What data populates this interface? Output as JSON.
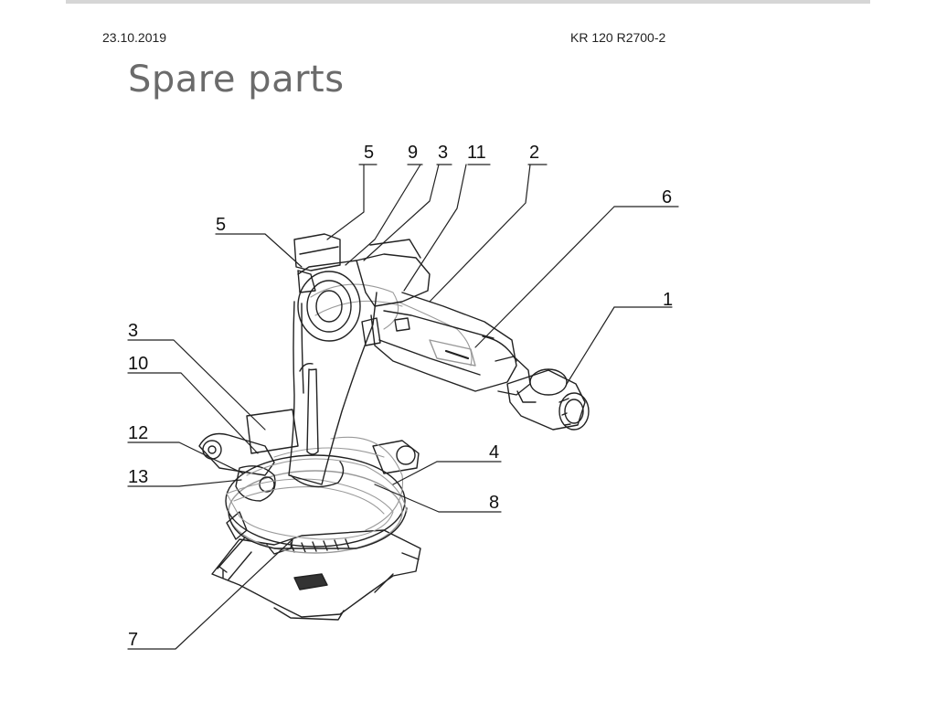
{
  "header": {
    "date": "23.10.2019",
    "model": "KR 120 R2700-2"
  },
  "page": {
    "title": "Spare parts"
  },
  "callouts": {
    "c5_top": "5",
    "c9": "9",
    "c3_top": "3",
    "c11": "11",
    "c2": "2",
    "c6": "6",
    "c5_left": "5",
    "c1": "1",
    "c3_left": "3",
    "c10": "10",
    "c12": "12",
    "c13": "13",
    "c4": "4",
    "c8": "8",
    "c7": "7"
  },
  "colors": {
    "line": "#222222",
    "light_line": "#9a9a9a",
    "title": "#6b6b6b"
  }
}
